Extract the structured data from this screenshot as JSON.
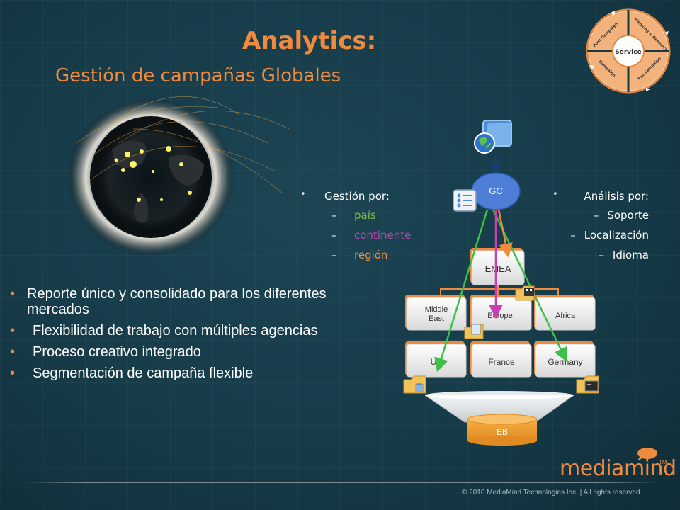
{
  "header": {
    "title": "Analytics:",
    "subtitle": "Gestión de campañas Globales"
  },
  "cycle": {
    "center": "Service",
    "segments": [
      "Post Campaign",
      "Planning & Research",
      "Pre Campaign",
      "Campaign"
    ]
  },
  "gestion": {
    "heading": "Gestión por:",
    "items": [
      {
        "label": "país",
        "color": "#7bbf3a"
      },
      {
        "label": "continente",
        "color": "#c93fb0"
      },
      {
        "label": "región",
        "color": "#f08a3e"
      }
    ]
  },
  "analisis": {
    "heading": "Análisis por:",
    "items": [
      "Soporte",
      "Localización",
      "Idioma"
    ]
  },
  "bullets": [
    "Reporte único y consolidado para los diferentes mercados",
    "Flexibilidad  de trabajo con múltiples agencias",
    "Proceso creativo integrado",
    "Segmentación de campaña flexible"
  ],
  "diagram": {
    "gc": "GC",
    "region": "EMEA",
    "subregions": [
      "Middle East",
      "Europe",
      "Africa"
    ],
    "countries": [
      "UK",
      "France",
      "Germany"
    ],
    "eb": "EB"
  },
  "footer": {
    "copyright": "© 2010 MediaMind Technologies Inc. | All rights reserved",
    "brand": "mediamind",
    "tm": "TM"
  },
  "colors": {
    "accent": "#f08a3e",
    "background": "#163a48",
    "green": "#3fbf4a",
    "magenta": "#c93fb0",
    "orange": "#f08a3e"
  }
}
